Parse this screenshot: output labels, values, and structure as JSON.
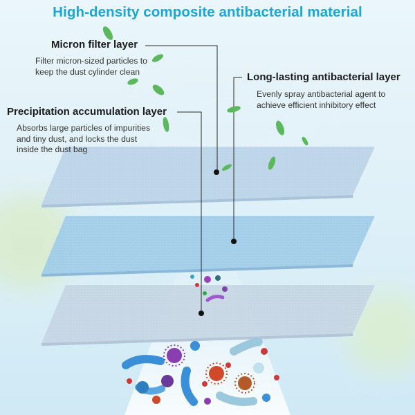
{
  "title": "High-density composite antibacterial material",
  "layers": {
    "micron": {
      "title": "Micron filter layer",
      "desc_lines": [
        "Filter micron-sized particles to",
        "keep the dust cylinder clean"
      ]
    },
    "antibacterial": {
      "title": "Long-lasting antibacterial layer",
      "desc_lines": [
        "Evenly spray antibacterial agent to",
        "achieve efficient inhibitory effect"
      ]
    },
    "precipitation": {
      "title": "Precipitation accumulation layer",
      "desc_lines": [
        "Absorbs large particles of impurities",
        "and tiny dust, and locks the dust",
        "inside the dust bag"
      ]
    }
  },
  "colors": {
    "title": "#19a7d8",
    "top_sheet": "#b9d3e6",
    "middle_sheet": "#9fcbe9",
    "bottom_sheet": "#c5d5e3",
    "leaf": "#5cb85c"
  }
}
